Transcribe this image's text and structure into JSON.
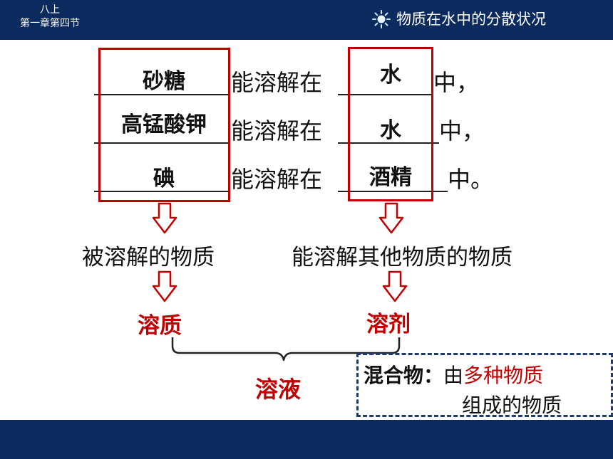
{
  "header": {
    "chapter_line1": "八上",
    "chapter_line2": "第一章第四节",
    "title": "物质在水中的分散状况"
  },
  "rows": [
    {
      "solute": "砂糖",
      "verb": "能溶解在",
      "solvent": "水",
      "end": "中，"
    },
    {
      "solute": "高锰酸钾",
      "verb": "能溶解在",
      "solvent": "水",
      "end": "中，"
    },
    {
      "solute": "碘",
      "verb": "能溶解在",
      "solvent": "酒精",
      "end": "中。"
    }
  ],
  "labels": {
    "left_desc": "被溶解的物质",
    "right_desc": "能溶解其他物质的物质",
    "solute_term": "溶质",
    "solvent_term": "溶剂",
    "solution_term": "溶液"
  },
  "mixture": {
    "term": "混合物：",
    "def_prefix": "由",
    "def_highlight": "多种物质",
    "def_line2": "组成的物质"
  },
  "colors": {
    "header_bg": "#0b2a5e",
    "highlight_red": "#c00000",
    "box_border": "#1f3a66"
  }
}
